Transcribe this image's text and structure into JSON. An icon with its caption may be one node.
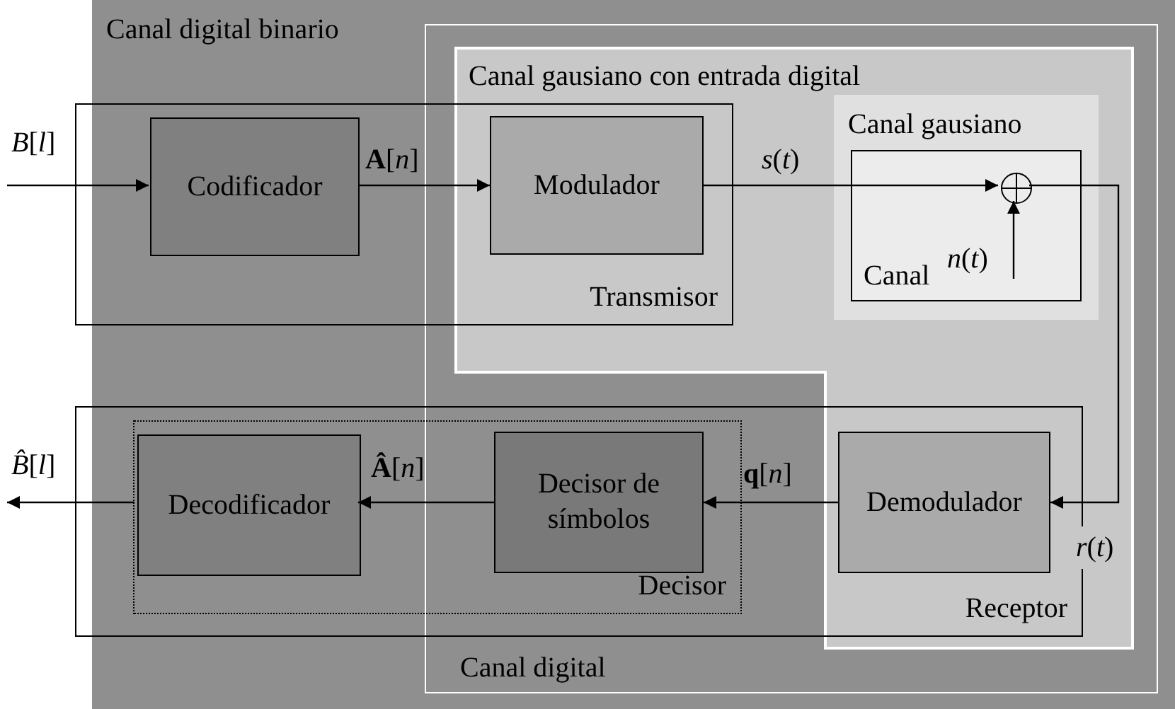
{
  "diagram": {
    "nodes": [
      {
        "text": [
          "Canal digital binario"
        ]
      },
      {
        "text": [
          "Canal digital"
        ],
        "in": 0
      },
      {
        "text": [
          "Canal gausiano con entrada digital"
        ],
        "in": 1
      },
      {
        "text": [
          "Canal gausiano"
        ],
        "in": 2
      },
      {
        "text": [
          "Canal"
        ],
        "in": 3
      },
      {
        "text": [],
        "shape": "circle",
        "in": 4
      },
      {
        "text": [
          "Transmisor"
        ],
        "in": 0
      },
      {
        "text": [
          "Codificador"
        ],
        "in": 6
      },
      {
        "text": [
          "Modulador"
        ]
      },
      {
        "text": [
          "Receptor"
        ],
        "in": 0
      },
      {
        "text": [
          "Decisor"
        ],
        "in": 9
      },
      {
        "text": [
          "Decodificador"
        ],
        "in": 10
      },
      {
        "text": [
          "Decisor de símbolos"
        ]
      },
      {
        "text": [
          "Demodulador"
        ]
      }
    ],
    "edges": [
      {
        "from": null,
        "to": 7,
        "arrow": "to",
        "label": "*B*[*l*]"
      },
      {
        "from": 7,
        "to": 8,
        "arrow": "to",
        "label": "**A**[*n*]"
      },
      {
        "from": 8,
        "to": 5,
        "arrow": "to",
        "label": "*s*(*t*)"
      },
      {
        "from": null,
        "to": 5,
        "arrow": "to",
        "label": "*n*(*t*)"
      },
      {
        "from": 5,
        "to": 13,
        "arrow": "to",
        "label": "*r*(*t*)"
      },
      {
        "from": 13,
        "to": 12,
        "arrow": "to",
        "label": "**q**[*n*]"
      },
      {
        "from": 12,
        "to": 11,
        "arrow": "to",
        "label": "**Â**[*n*]"
      },
      {
        "from": 11,
        "to": null,
        "arrow": "to",
        "label": "*B̂*[*l*]"
      }
    ]
  }
}
